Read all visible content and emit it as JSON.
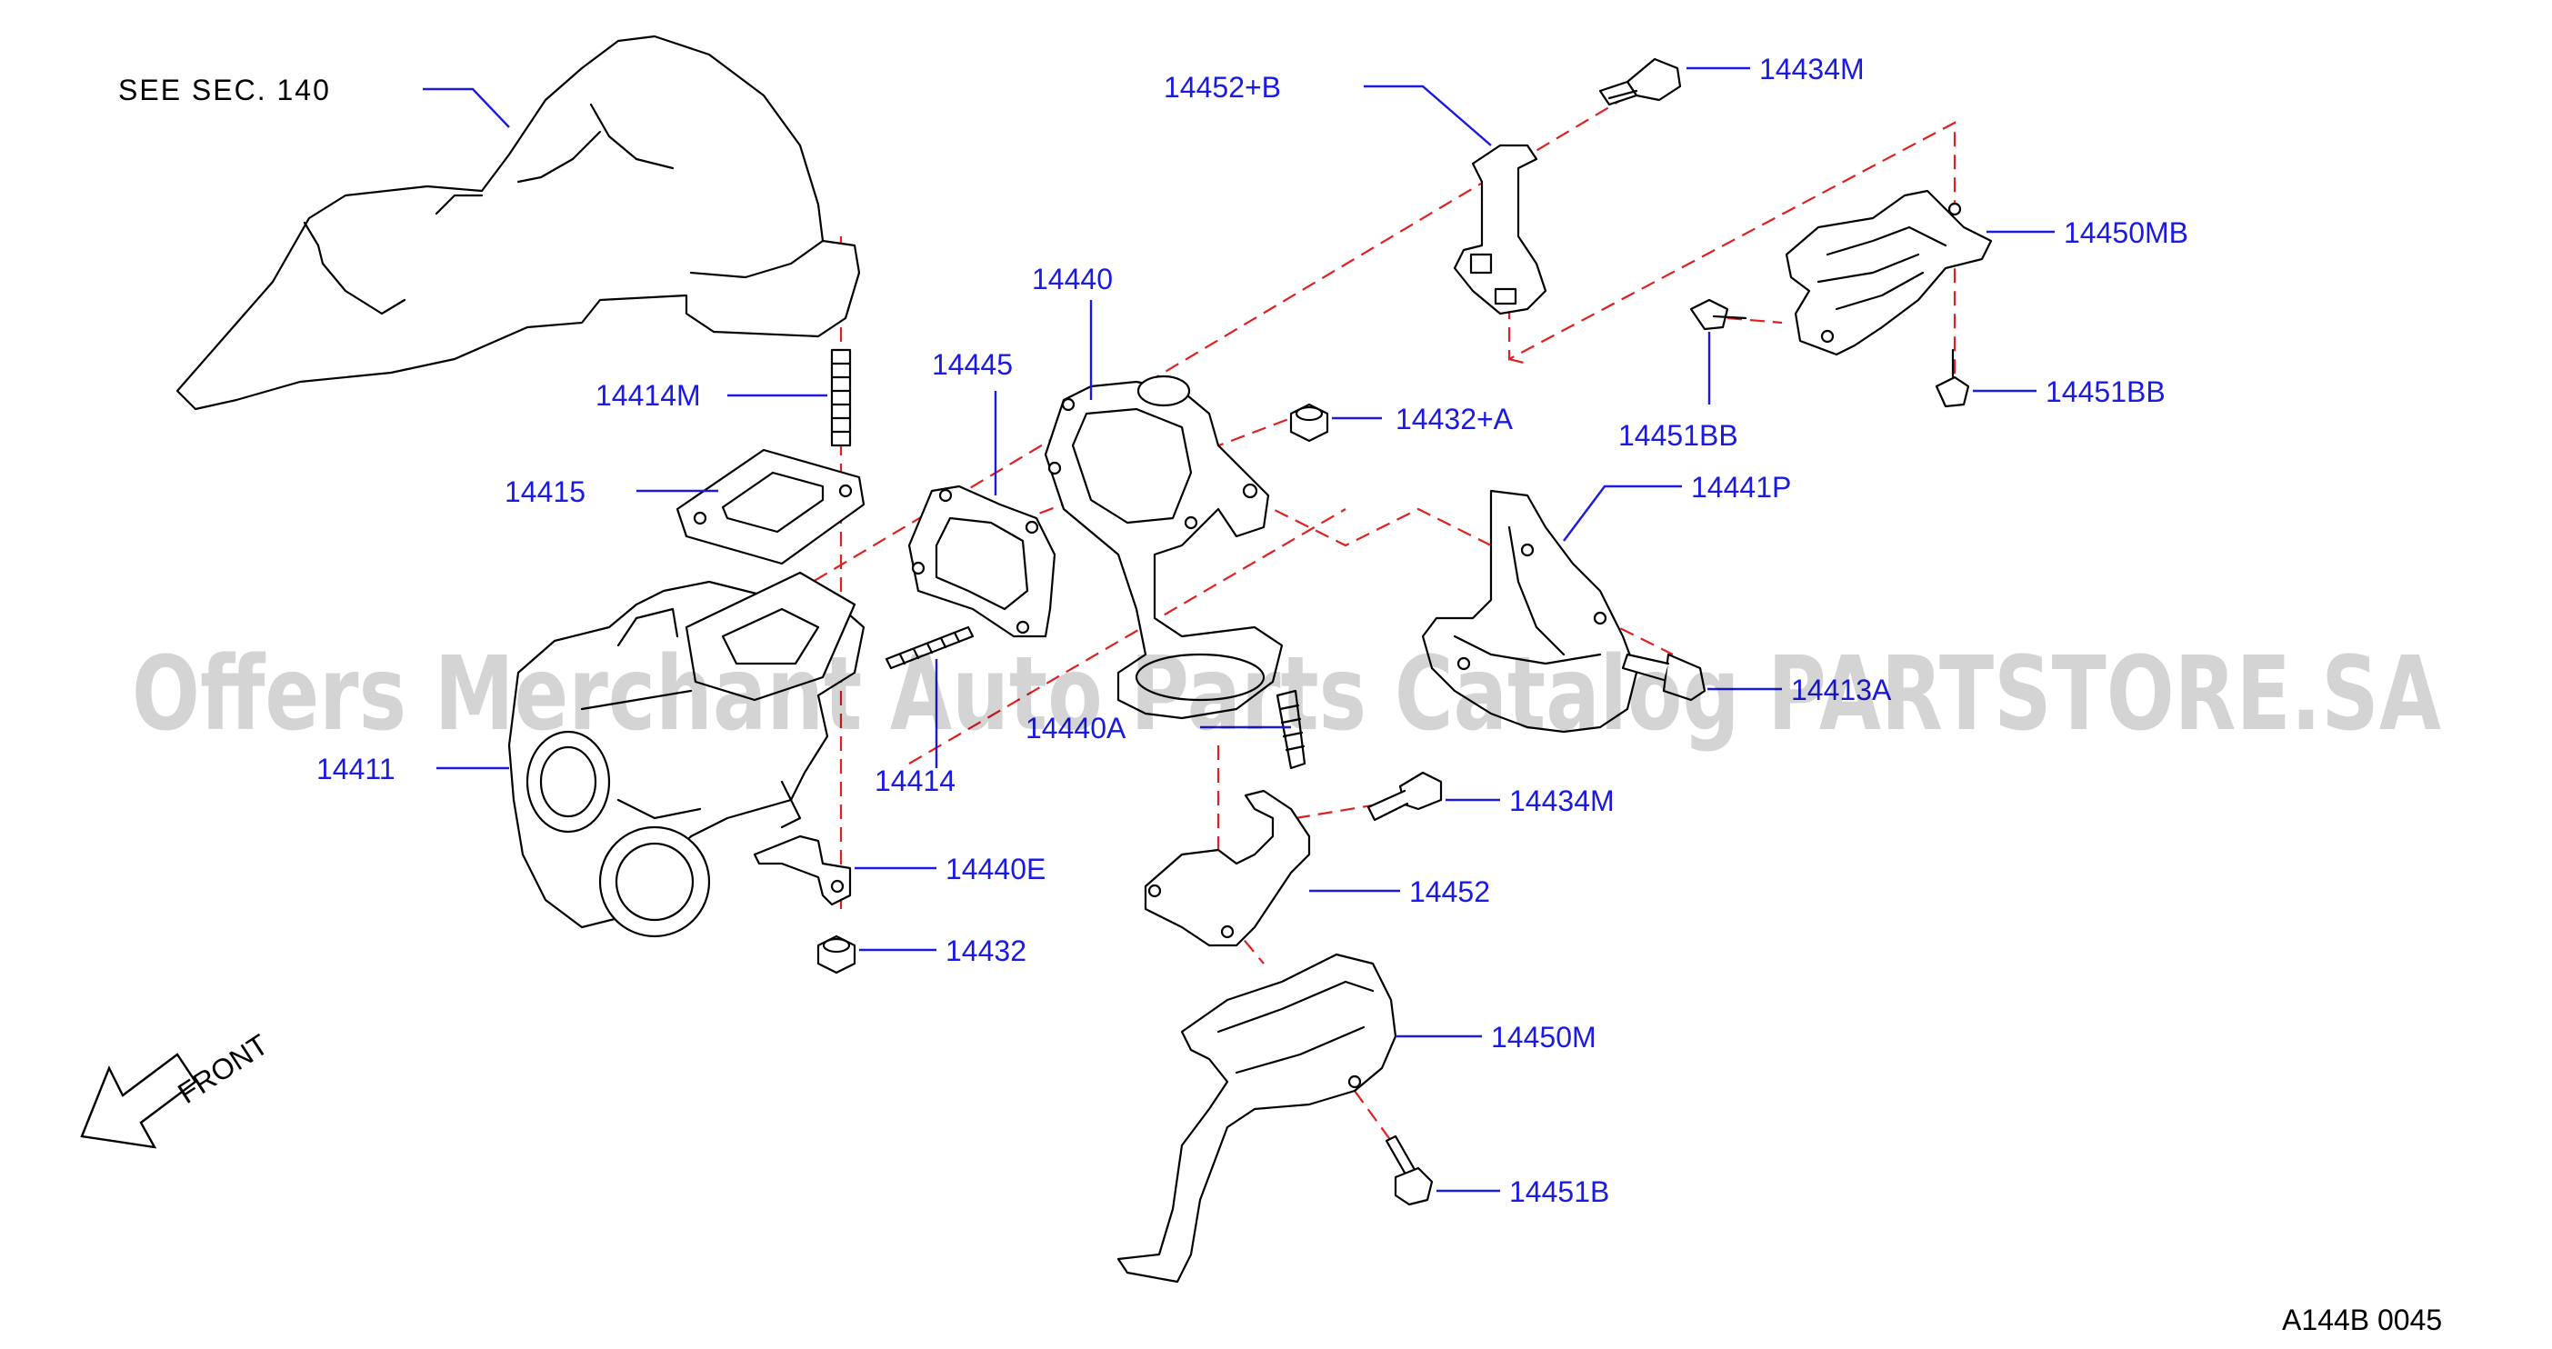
{
  "colors": {
    "label": "#1a1ae0",
    "dashed_line": "#e02020",
    "outline": "#000000"
  },
  "note": "SEE  SEC.  140",
  "parts": {
    "p14414M": "14414M",
    "p14415": "14415",
    "p14411": "14411",
    "p14414": "14414",
    "p14440E": "14440E",
    "p14432": "14432",
    "p14445": "14445",
    "p14440": "14440",
    "p14440A": "14440A",
    "p14452B": "14452+B",
    "p14434M_top": "14434M",
    "p14450MB": "14450MB",
    "p14451BB_right": "14451BB",
    "p14451BB_left": "14451BB",
    "p14432A": "14432+A",
    "p14441P": "14441P",
    "p14413A": "14413A",
    "p14434M_mid": "14434M",
    "p14452": "14452",
    "p14450M": "14450M",
    "p14451B": "14451B"
  },
  "front_label": "FRONT",
  "diagram_code": "A144B  0045",
  "watermark": "Offers Merchant Auto Parts Catalog PARTSTORE.SA"
}
